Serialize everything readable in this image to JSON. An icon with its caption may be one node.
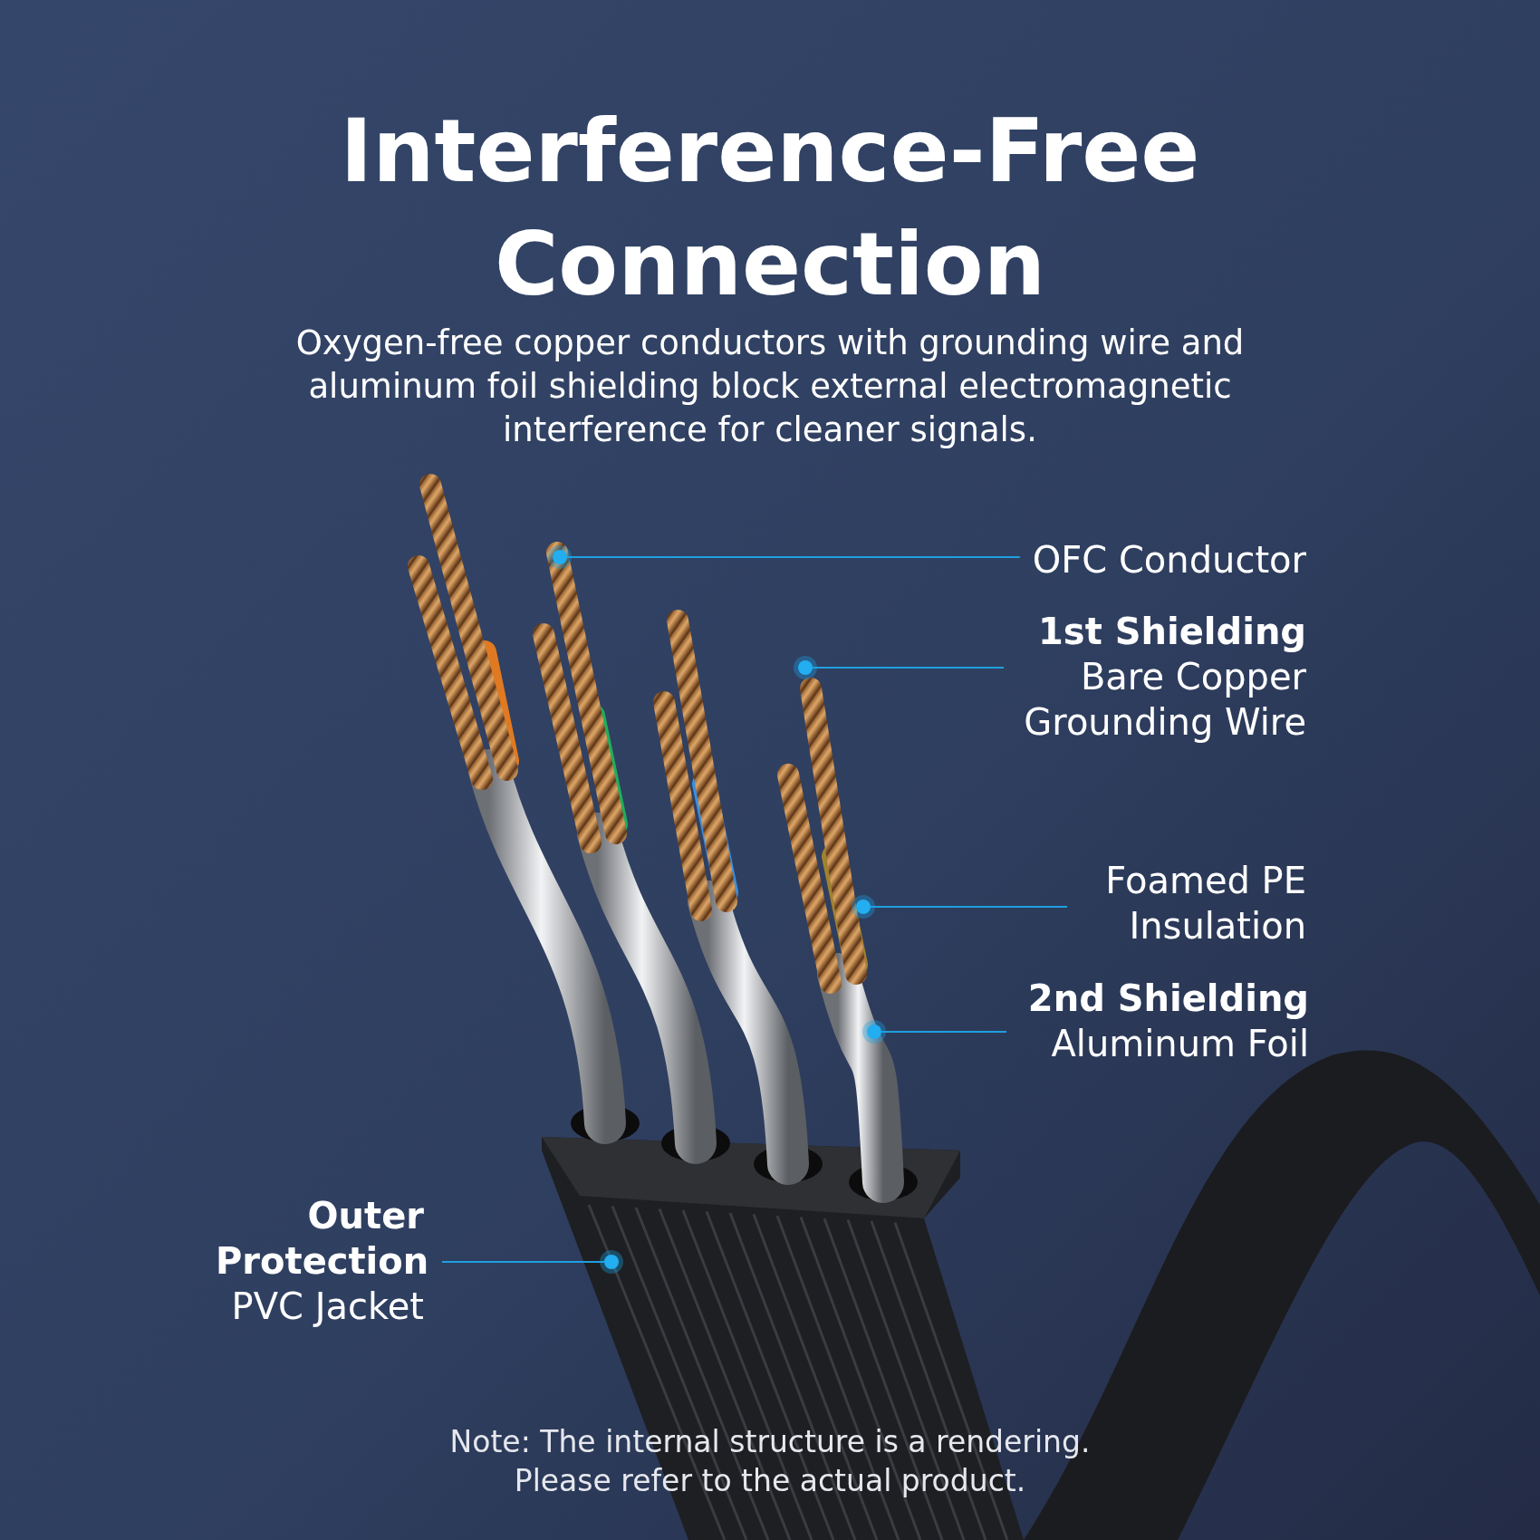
{
  "diagram": {
    "title": "Interference-Free Connection",
    "nodes": [
      {
        "text": [
          "OFC Conductor"
        ]
      },
      {
        "text": [],
        "shape": "circle"
      },
      {
        "text": [
          "1st Shielding",
          "Bare Copper Grounding Wire"
        ]
      },
      {
        "text": [],
        "shape": "circle"
      },
      {
        "text": [
          "Foamed PE Insulation"
        ]
      },
      {
        "text": [],
        "shape": "circle"
      },
      {
        "text": [
          "2nd Shielding",
          "Aluminum Foil"
        ]
      },
      {
        "text": [],
        "shape": "circle"
      },
      {
        "text": [
          "Outer Protection",
          "PVC Jacket"
        ]
      },
      {
        "text": [],
        "shape": "circle"
      }
    ],
    "edges": [
      {
        "from": 0,
        "to": 1,
        "arrow": "none"
      },
      {
        "from": 2,
        "to": 3,
        "arrow": "none"
      },
      {
        "from": 4,
        "to": 5,
        "arrow": "none"
      },
      {
        "from": 6,
        "to": 7,
        "arrow": "none"
      },
      {
        "from": 8,
        "to": 9,
        "arrow": "none"
      }
    ],
    "labels": [
      "Oxygen-free copper conductors with grounding wire and aluminum foil shielding block external electromagnetic interference for cleaner signals.",
      "Note: The internal structure is a rendering. Please refer to the actual product."
    ]
  }
}
